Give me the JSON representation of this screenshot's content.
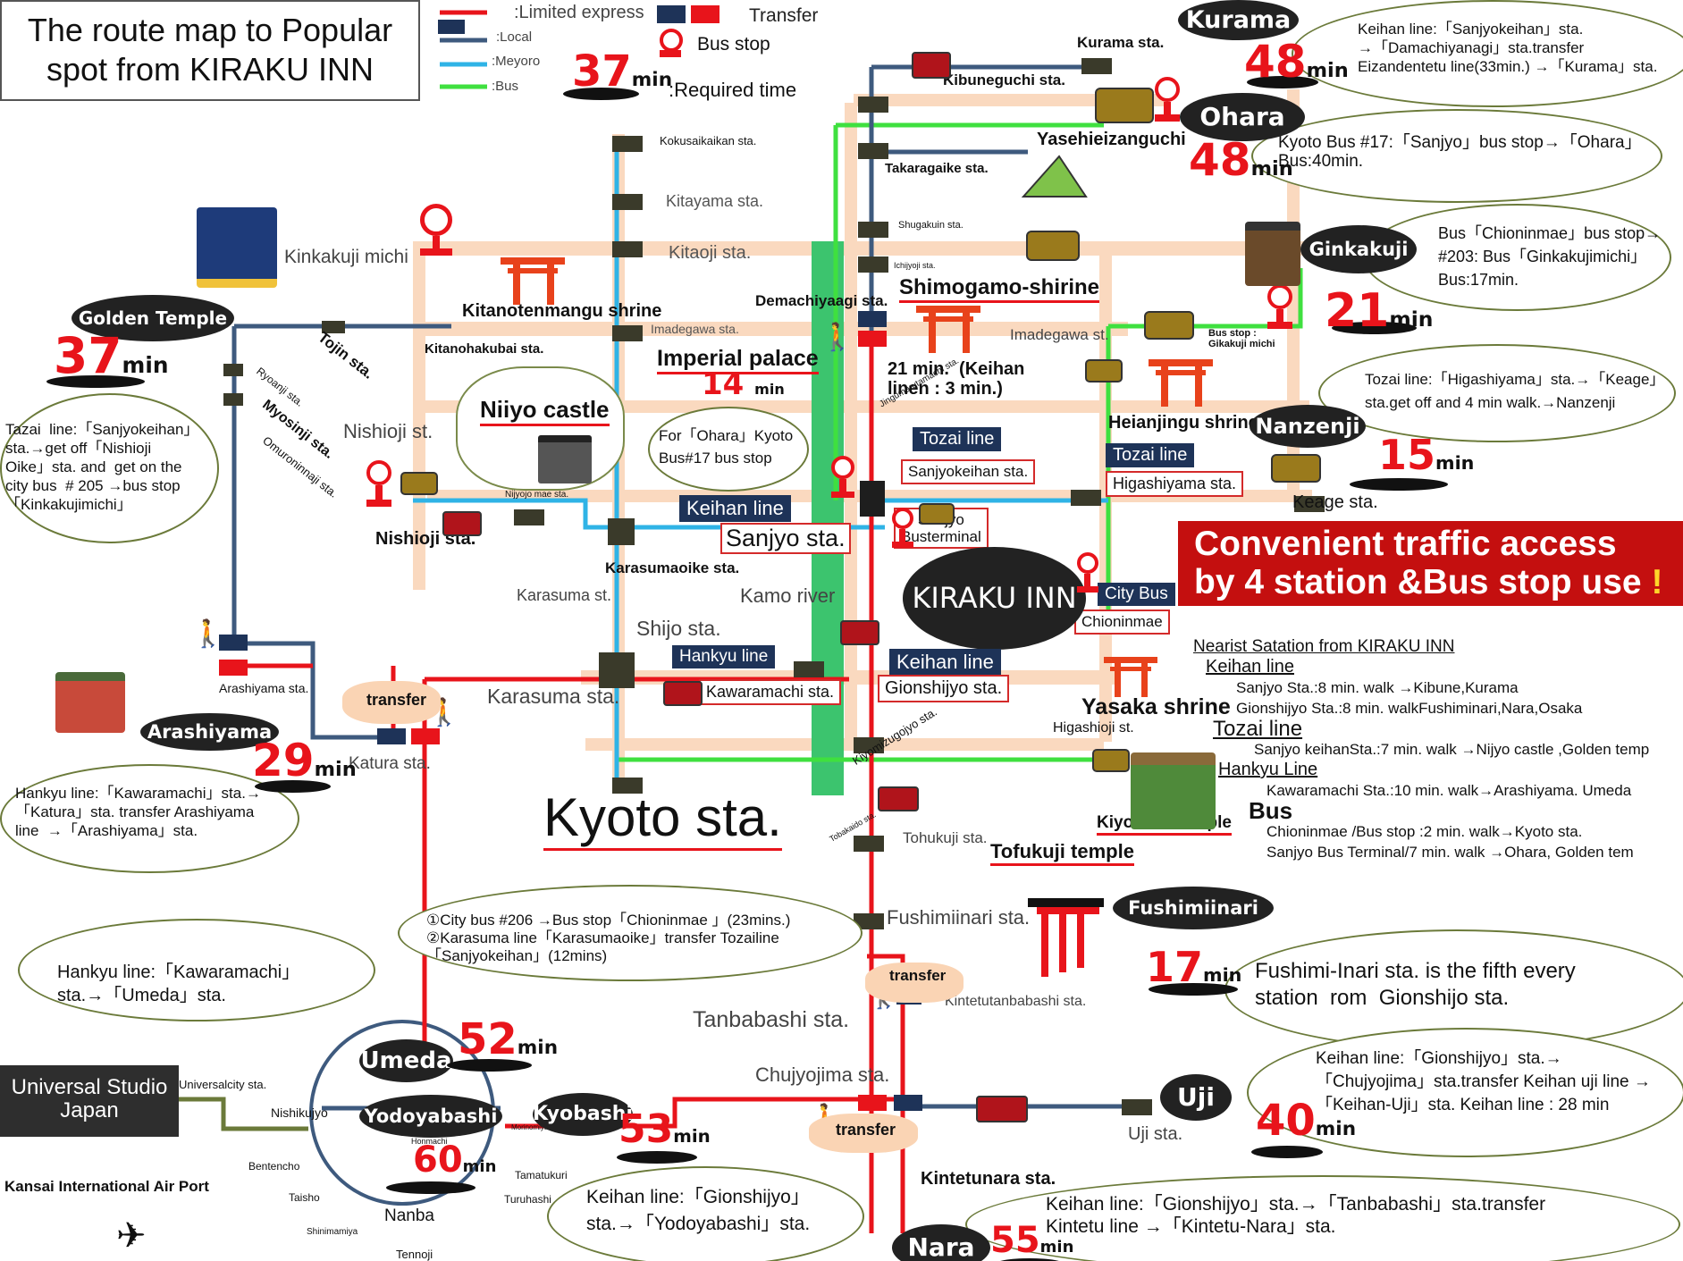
{
  "title": [
    "The route map to Popular",
    "spot from KIRAKU INN"
  ],
  "legend": {
    "limited_express": ":Limited express",
    "local": ":Local",
    "meyoro": ":Meyoro",
    "bus": ":Bus",
    "transfer": "Transfer",
    "bus_stop": "Bus stop",
    "required_time_num": "37",
    "required_time_unit": "min",
    "required_time": ":Required time"
  },
  "colors": {
    "limited_express": "#e8141b",
    "local": "#3e5a7e",
    "meyoro": "#2fb3e6",
    "bus": "#3fe03f",
    "street": "#fad9bf",
    "kamo_river": "#3cc46e",
    "pill": "#222222",
    "minutes": "#e8141b",
    "banner": "#c40f0f",
    "bubble_border": "#6b7a3a"
  },
  "stations": {
    "kokusaikaikan": "Kokusaikaikan sta.",
    "kitayama": "Kitayama sta.",
    "kitaoji": "Kitaoji sta.",
    "imadegawa_west": "Imadegawa sta.",
    "kitanohakubai": "Kitanohakubai sta.",
    "tojin": "Tojin sta.",
    "ryoanji": "Ryoanji sta.",
    "myosinji": "Myosinji sta.",
    "omuroninnaji": "Omuroninnaji sta.",
    "nishioji_st": "Nishioji st.",
    "nishioji_sta": "Nishioji sta.",
    "nijyojo_mae": "Nijyojo mae sta.",
    "karasumaoike": "Karasumaoike sta.",
    "karasuma_st": "Karasuma st.",
    "shijo": "Shijo sta.",
    "karasuma_sta": "Karasuma sta.",
    "kawaramachi": "Kawaramachi sta.",
    "gionshijyo": "Gionshijyo sta.",
    "sanjyo": "Sanjyo sta.",
    "sanjyokeihan": "Sanjyokeihan sta.",
    "higashiyama": "Higashiyama sta.",
    "keage": "Keage sta.",
    "demachiyanagi": "Demachiyaagi sta.",
    "imadegawa_st": "Imadegawa st.",
    "kurama": "Kurama sta.",
    "kibuneguchi": "Kibuneguchi sta.",
    "yasehieizanguchi": "Yasehieizanguchi",
    "takaragaike": "Takaragaike sta.",
    "shugakuin": "Shugakuin sta.",
    "ichijoji": "Ichijyoji sta.",
    "arashiyama": "Arashiyama sta.",
    "katura": "Katura sta.",
    "kyoto": "Kyoto sta.",
    "tohukuji": "Tohukuji sta.",
    "tobakaido": "Tobakaido sta.",
    "fushimiinari": "Fushimiinari sta.",
    "tanbabashi": "Tanbabashi sta.",
    "kintetutanbabashi": "Kintetutanbabashi sta.",
    "chujyojima": "Chujyojima sta.",
    "kintetunara": "Kintetunara sta.",
    "uji": "Uji sta.",
    "higashioji": "Higashioji st.",
    "kiyomizugojyo": "Kiyomizugojyo sta.",
    "jingumarutamachi": "Jingumarutamachi sta.",
    "kamo_river": "Kamo river",
    "gikakuji_busstop": "Bus stop :\nGikakuji michi",
    "universalcity": "Universalcity sta.",
    "nishikujyo": "Nishikujyo",
    "bentencho": "Bentencho",
    "taisho": "Taisho",
    "shinimamiya": "Shinimamiya",
    "tennoji": "Tennoji",
    "honmachi": "Honmachi",
    "namba": "Nanba",
    "tamatukuri": "Tamatukuri",
    "turuhashi": "Turuhashi",
    "morinomiya": "Morinomiya"
  },
  "places": {
    "kinkakuji_michi": "Kinkakuji michi",
    "kitanotenmangu": "Kitanotenmangu shrine",
    "nijyo_castle": "Niiyo castle",
    "imperial_palace": "Imperial palace",
    "shimogamo": "Shimogamo-shirine",
    "heianjingu": "Heianjingu shrine",
    "yasaka": "Yasaka shrine",
    "kiyomizu": "Kiyomizu temple",
    "tofukuji": "Tofukuji temple",
    "sanjyo_busterminal": "Sanjyo\nBusterminal",
    "chioninmae": "Chioninmae",
    "kiraku_inn": "KIRAKU INN",
    "kansai_airport": "Kansai International Air Port",
    "universal_studio": "Universal Studio\nJapan"
  },
  "line_tags": {
    "tozai1": "Tozai line",
    "tozai2": "Tozai line",
    "keihan1": "Keihan line",
    "keihan2": "Keihan line",
    "hankyu": "Hankyu line",
    "city_bus": "City Bus"
  },
  "transfers": {
    "t1": "transfer",
    "t2": "transfer",
    "t3": "transfer"
  },
  "destinations": [
    {
      "id": "kurama",
      "name": "Kurama",
      "minutes": "48",
      "unit": "min"
    },
    {
      "id": "ohara",
      "name": "Ohara",
      "minutes": "48",
      "unit": "min"
    },
    {
      "id": "ginkakuji",
      "name": "Ginkakuji",
      "minutes": "21",
      "unit": "min"
    },
    {
      "id": "nanzenji",
      "name": "Nanzenji",
      "minutes": "15",
      "unit": "min"
    },
    {
      "id": "golden",
      "name": "Golden Temple",
      "minutes": "37",
      "unit": "min"
    },
    {
      "id": "arashiyama",
      "name": "Arashiyama",
      "minutes": "29",
      "unit": "min"
    },
    {
      "id": "fushimiinari",
      "name": "Fushimiinari",
      "minutes": "17",
      "unit": "min"
    },
    {
      "id": "uji",
      "name": "Uji",
      "minutes": "40",
      "unit": "min"
    },
    {
      "id": "umeda",
      "name": "Umeda",
      "minutes": "52",
      "unit": "min"
    },
    {
      "id": "kyobashi",
      "name": "Kyobashi",
      "minutes": "53",
      "unit": "min"
    },
    {
      "id": "yodoyabashi",
      "name": "Yodoyabashi",
      "minutes": "60",
      "unit": "min"
    },
    {
      "id": "nara",
      "name": "Nara",
      "minutes": "55",
      "unit": "min"
    }
  ],
  "misc": {
    "imperial_minutes": "14",
    "imperial_unit": "min",
    "keihan_21": "21 min.  (Keihan\nlinen : 3 min.)"
  },
  "bubbles": {
    "kurama": "Keihan line:「Sanjyokeihan」sta.\n→「Damachiyanagi」sta.transfer\nEizandentetu line(33min.) →「Kurama」sta.",
    "ohara": "Kyoto Bus #17:「Sanjyo」bus stop→「Ohara」\nBus:40min.",
    "ginkakuji": "Bus「Chioninmae」bus stop→\n#203: Bus「Ginkakujimichi」\nBus:17min.",
    "nanzenji": "Tozai line:「Higashiyama」sta.→「Keage」\nsta.get off and 4 min walk.→Nanzenji",
    "golden": "Tazai  line:「Sanjyokeihan」\nsta.→get off「Nishioji\nOike」sta. and  get on the\ncity bus  # 205 →bus stop\n「Kinkakujimichi」",
    "ohara_stop": "For「Ohara」Kyoto\nBus#17 bus stop",
    "arashiyama": "Hankyu line:「Kawaramachi」sta.→\n「Katura」sta. transfer Arashiyama\nline  →「Arashiyama」sta.",
    "kiraku_routes": "①City bus #206 →Bus stop「Chioninmae 」(23mins.)\n②Karasuma line「Karasumaoike」transfer Tozailine\n「Sanjyokeihan」(12mins)",
    "umeda": "Hankyu line:「Kawaramachi」\nsta.→「Umeda」sta.",
    "fushimi": "Fushimi-Inari sta. is the fifth every\nstation  rom  Gionshijo sta.",
    "uji": "Keihan line:「Gionshijyo」sta.→\n「Chujyojima」sta.transfer Keihan uji line →\n「Keihan-Uji」sta. Keihan line : 28 min",
    "yodoyabashi": "Keihan line:「Gionshijyo」\nsta.→「Yodoyabashi」sta.",
    "nara": "Keihan line:「Gionshijyo」sta.→「Tanbabashi」sta.transfer\nKintetu line →「Kintetu-Nara」sta."
  },
  "banner": {
    "line1": "Convenient traffic access",
    "line2": "by 4 station &Bus stop use",
    "mark": "!"
  },
  "nearest": {
    "heading": "Nearist Satation from KIRAKU INN",
    "keihan": "Keihan line",
    "keihan_1": "Sanjyo Sta.:8 min. walk →Kibune,Kurama",
    "keihan_2": "Gionshijyo Sta.:8 min. walkFushiminari,Nara,Osaka",
    "tozai": "Tozai line",
    "tozai_1": "Sanjyo keihanSta.:7  min. walk →Nijyo castle ,Golden temp",
    "hankyu": "Hankyu Line",
    "hankyu_1": "Kawaramachi Sta.:10  min. walk→Arashiyama.   Umeda",
    "bus": "Bus",
    "bus_1": "Chioninmae /Bus stop :2  min. walk→Kyoto sta.",
    "bus_2": "Sanjyo Bus Terminal/7  min. walk →Ohara, Golden tem"
  }
}
